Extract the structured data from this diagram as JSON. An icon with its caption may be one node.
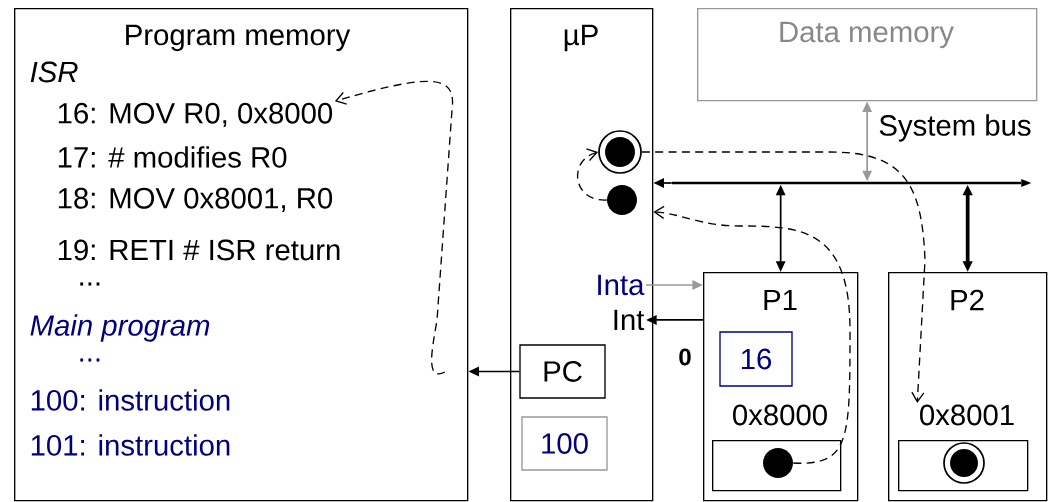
{
  "diagram": {
    "nodes": [
      {
        "text": [
          "Program memory"
        ]
      },
      {
        "text": [
          "ISR"
        ],
        "in": 0
      },
      {
        "text": [
          "16: MOV R0, 0x8000"
        ],
        "in": 0
      },
      {
        "text": [
          "17: # modifies R0"
        ],
        "in": 0
      },
      {
        "text": [
          "18: MOV 0x8001, R0"
        ],
        "in": 0
      },
      {
        "text": [
          "19: RETI # ISR return"
        ],
        "in": 0
      },
      {
        "text": [
          "..."
        ],
        "in": 0
      },
      {
        "text": [
          "Main program"
        ],
        "in": 0
      },
      {
        "text": [
          "..."
        ],
        "in": 0
      },
      {
        "text": [
          "100: instruction"
        ],
        "in": 0
      },
      {
        "text": [
          "101: instruction"
        ],
        "in": 0
      },
      {
        "text": [
          "µP"
        ]
      },
      {
        "text": [],
        "shape": "circle",
        "in": 11
      },
      {
        "text": [],
        "shape": "circle",
        "in": 11
      },
      {
        "text": [
          "Inta"
        ],
        "in": 11
      },
      {
        "text": [
          "Int"
        ],
        "in": 11
      },
      {
        "text": [
          "PC"
        ],
        "in": 11
      },
      {
        "text": [
          "100"
        ],
        "in": 11
      },
      {
        "text": [
          "Data memory"
        ]
      },
      {
        "text": [],
        "shape": "bar"
      },
      {
        "text": [
          "P1"
        ]
      },
      {
        "text": [
          "16"
        ],
        "in": 20
      },
      {
        "text": [
          "0x8000"
        ],
        "in": 20
      },
      {
        "text": [],
        "shape": "box",
        "in": 20
      },
      {
        "text": [],
        "shape": "circle",
        "in": 23
      },
      {
        "text": [
          "P2"
        ]
      },
      {
        "text": [
          "0x8001"
        ],
        "in": 25
      },
      {
        "text": [],
        "shape": "box",
        "in": 25
      },
      {
        "text": [],
        "shape": "circle",
        "in": 27
      }
    ],
    "edges": [
      {
        "from": 16,
        "to": 0,
        "arrow": "to"
      },
      {
        "from": 18,
        "to": 19,
        "arrow": "both",
        "color": "#999999"
      },
      {
        "from": 19,
        "to": 11,
        "arrow": "to"
      },
      {
        "from": 19,
        "to": 20,
        "arrow": "both"
      },
      {
        "from": 19,
        "to": 25,
        "arrow": "both",
        "style": "thick"
      },
      {
        "from": 14,
        "to": 20,
        "arrow": "to",
        "color": "#999999"
      },
      {
        "from": 20,
        "to": 15,
        "arrow": "to"
      },
      {
        "from": 24,
        "to": 11,
        "arrow": "to",
        "style": "dashed"
      },
      {
        "from": 13,
        "to": 12,
        "arrow": "to",
        "style": "dashed"
      },
      {
        "from": 12,
        "to": 26,
        "arrow": "to",
        "style": "dashed"
      },
      {
        "from": null,
        "to": 2,
        "arrow": "to",
        "style": "dashed"
      }
    ],
    "labels": [
      "System bus",
      "0"
    ]
  }
}
